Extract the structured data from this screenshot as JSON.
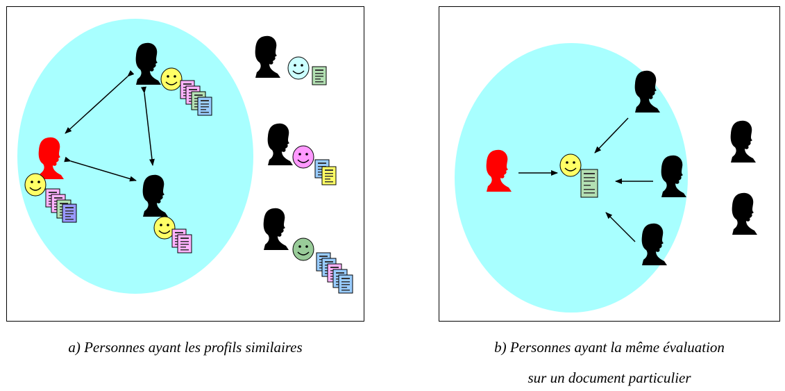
{
  "colors": {
    "circle": "#a8ffff",
    "silhouette": "#000000",
    "active_user": "#ff0000",
    "smiley_yellow": "#ffff66",
    "smiley_cyan": "#ccffff",
    "smiley_pink": "#ff99ff",
    "smiley_green": "#99cc99",
    "doc_pink": "#ffb3ff",
    "doc_green": "#b3e0b3",
    "doc_blue": "#99ccff",
    "doc_purple": "#9999ff",
    "doc_yellow": "#ffff66"
  },
  "panel_a": {
    "caption": "a) Personnes ayant les profils similaires"
  },
  "panel_b": {
    "caption_line1": "b) Personnes ayant la même évaluation",
    "caption_line2": "sur un document particulier"
  }
}
